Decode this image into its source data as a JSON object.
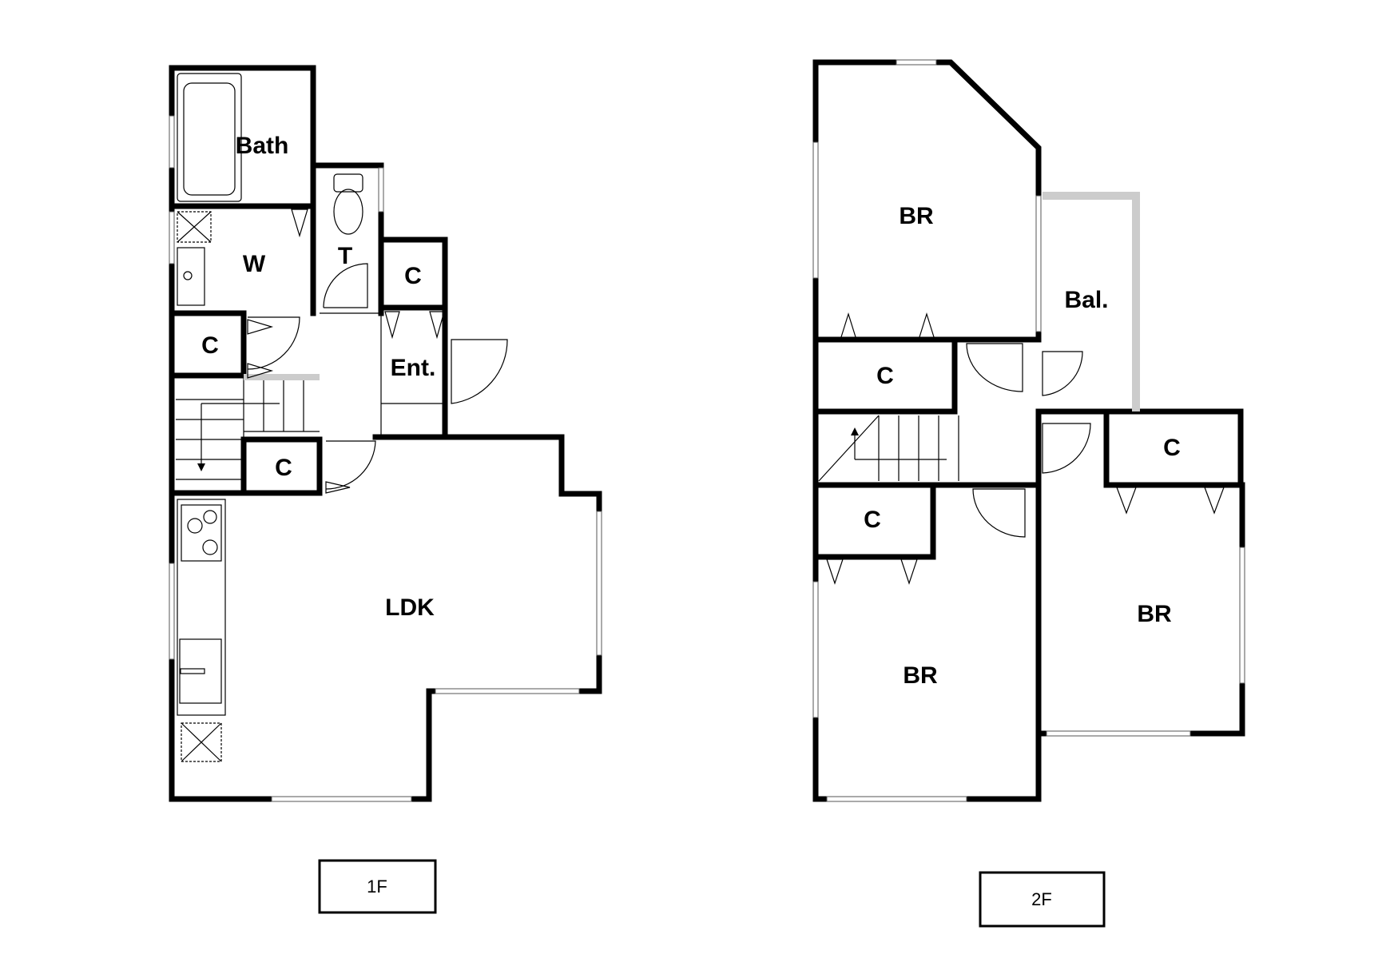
{
  "floors": {
    "first": {
      "label": "1F",
      "rooms": {
        "bath": "Bath",
        "washroom": "W",
        "toilet": "T",
        "closet_toilet": "C",
        "closet_left": "C",
        "entrance": "Ent.",
        "closet_stairs": "C",
        "ldk": "LDK"
      }
    },
    "second": {
      "label": "2F",
      "rooms": {
        "bedroom_top": "BR",
        "balcony": "Bal.",
        "closet_top": "C",
        "closet_right": "C",
        "closet_left": "C",
        "bedroom_left": "BR",
        "bedroom_right": "BR"
      }
    }
  },
  "colors": {
    "wall": "#000000",
    "balcony_rail": "#cccccc",
    "background": "#ffffff"
  }
}
